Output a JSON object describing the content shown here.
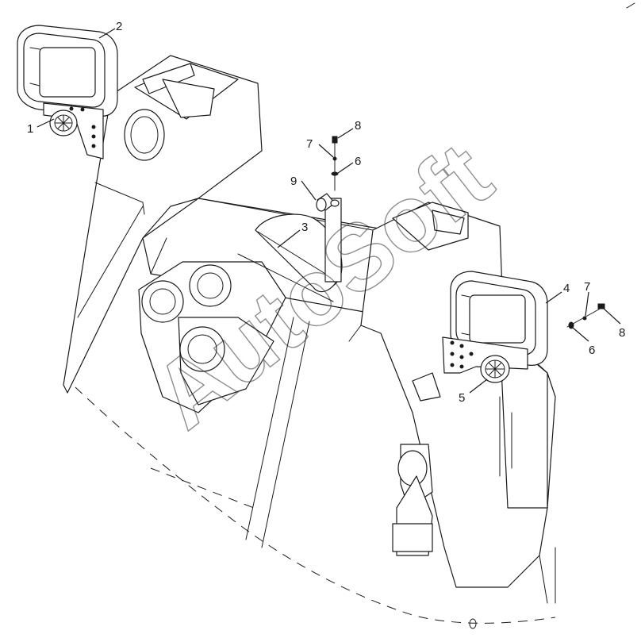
{
  "callouts": {
    "c1": "1",
    "c2": "2",
    "c3": "3",
    "c4": "4",
    "c5": "5",
    "c6a": "6",
    "c6b": "6",
    "c7a": "7",
    "c7b": "7",
    "c8a": "8",
    "c8b": "8",
    "c9": "9"
  },
  "watermark": "AutoSoft",
  "colors": {
    "line": "#1a1a1a",
    "background": "#ffffff"
  }
}
